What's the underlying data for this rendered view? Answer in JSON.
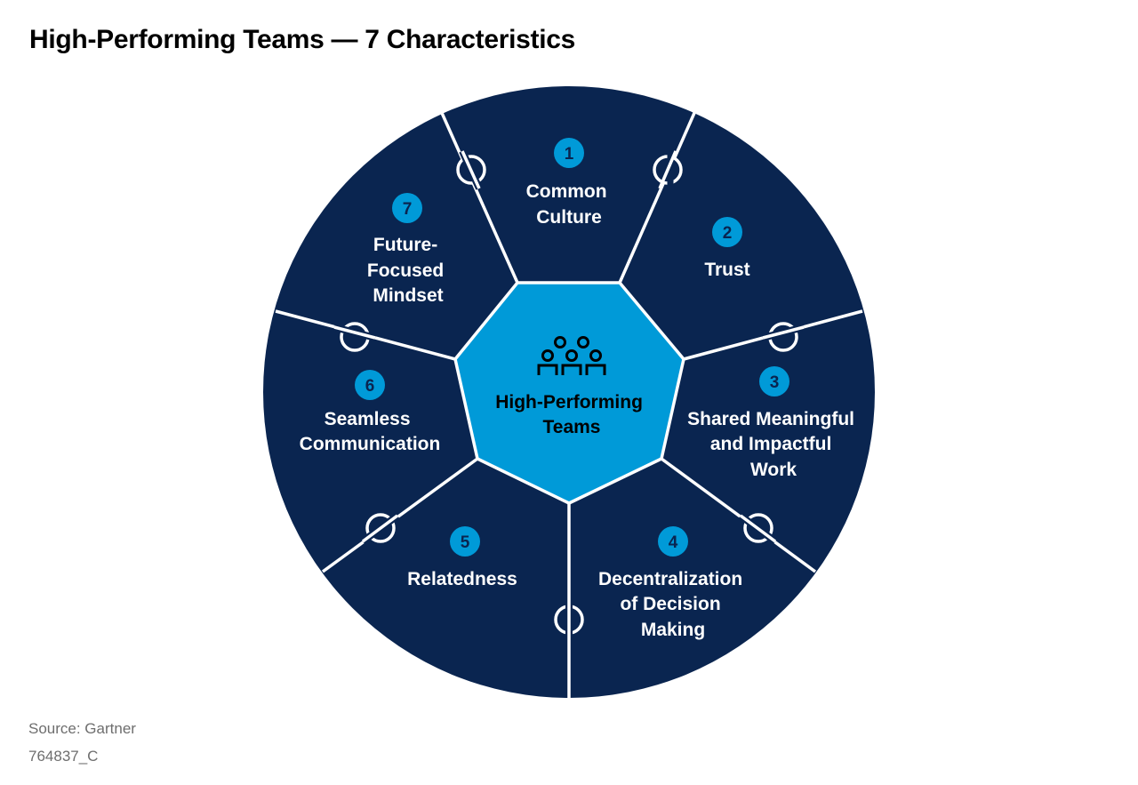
{
  "title": "High-Performing Teams — 7 Characteristics",
  "center": {
    "label_lines": [
      "High-Performing",
      "Teams"
    ],
    "icon": "team-people-icon"
  },
  "characteristics": [
    {
      "number": "1",
      "lines": [
        "Common",
        "Culture"
      ]
    },
    {
      "number": "2",
      "lines": [
        "Trust"
      ]
    },
    {
      "number": "3",
      "lines": [
        "Shared Meaningful",
        "and Impactful",
        "Work"
      ]
    },
    {
      "number": "4",
      "lines": [
        "Decentralization",
        "of Decision",
        "Making"
      ]
    },
    {
      "number": "5",
      "lines": [
        "Relatedness"
      ]
    },
    {
      "number": "6",
      "lines": [
        "Seamless",
        "Communication"
      ]
    },
    {
      "number": "7",
      "lines": [
        "Future-",
        "Focused",
        "Mindset"
      ]
    }
  ],
  "colors": {
    "segment": "#0a2550",
    "center": "#009ad8",
    "badge": "#009ad8",
    "divider": "#ffffff"
  },
  "footer": {
    "source": "Source: Gartner",
    "code": "764837_C"
  }
}
